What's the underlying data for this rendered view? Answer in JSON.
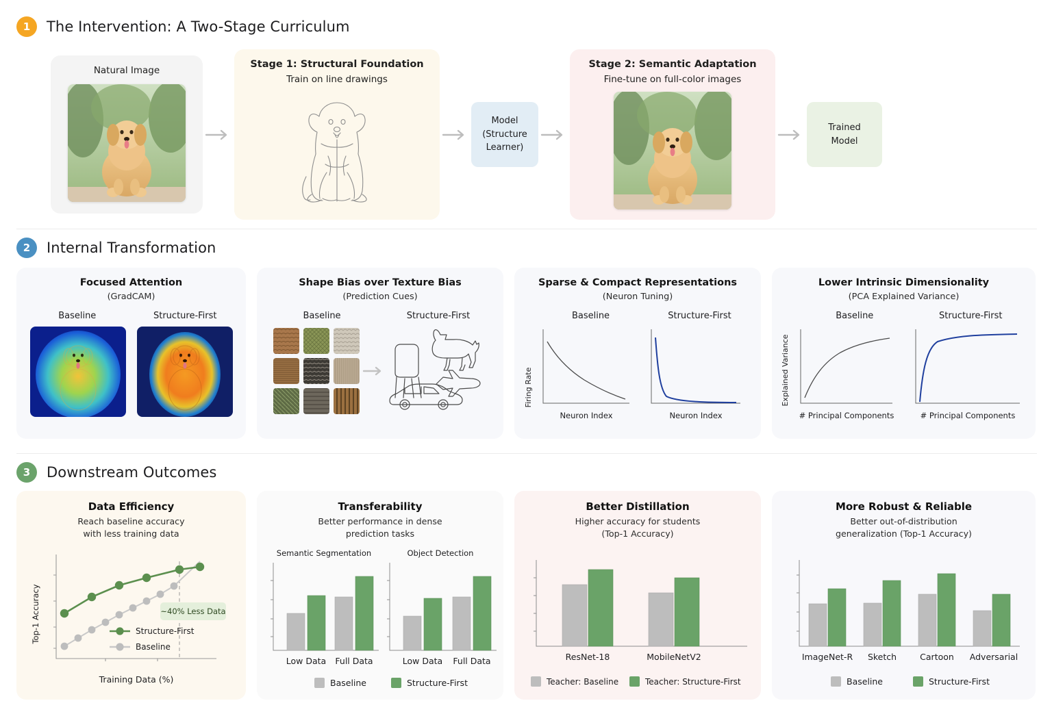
{
  "colors": {
    "badge1": "#f5a623",
    "badge2": "#4a90c2",
    "badge3": "#6ba36b",
    "green": "#6aa368",
    "green_dark": "#4e8a3c",
    "grey": "#b8b8b8",
    "blue_line": "#1f3f9e",
    "grey_line": "#5a5a5a"
  },
  "sections": [
    {
      "number": "1",
      "title": "The Intervention: A Two-Stage Curriculum"
    },
    {
      "number": "2",
      "title": "Internal Transformation"
    },
    {
      "number": "3",
      "title": "Downstream Outcomes"
    }
  ],
  "pipeline": {
    "natural_image_label": "Natural Image",
    "stage1_title": "Stage 1: Structural Foundation",
    "stage1_sub": "Train on line drawings",
    "model_line1": "Model",
    "model_line2": "(Structure",
    "model_line3": "Learner)",
    "stage2_title": "Stage 2: Semantic Adaptation",
    "stage2_sub": "Fine-tune on full-color images",
    "trained_line1": "Trained",
    "trained_line2": "Model"
  },
  "internal": {
    "panels": [
      {
        "title": "Focused Attention",
        "subtitle": "(GradCAM)",
        "left_label": "Baseline",
        "right_label": "Structure-First"
      },
      {
        "title": "Shape Bias over Texture Bias",
        "subtitle": "(Prediction Cues)",
        "left_label": "Baseline",
        "right_label": "Structure-First",
        "shapes": [
          "dog",
          "chair",
          "airplane",
          "car"
        ]
      },
      {
        "title": "Sparse & Compact Representations",
        "subtitle": "(Neuron Tuning)",
        "left_label": "Baseline",
        "right_label": "Structure-First",
        "ylabel": "Firing Rate",
        "xlabel_left": "Neuron Index",
        "xlabel_right": "Neuron Index"
      },
      {
        "title": "Lower Intrinsic Dimensionality",
        "subtitle": "(PCA Explained Variance)",
        "left_label": "Baseline",
        "right_label": "Structure-First",
        "ylabel": "Explained Variance",
        "xlabel_left": "# Principal Components",
        "xlabel_right": "# Principal Components"
      }
    ]
  },
  "chart_data": [
    {
      "id": "data-efficiency",
      "type": "line",
      "title": "Data Efficiency",
      "subtitle": "Reach baseline accuracy\nwith less training data",
      "xlabel": "Training Data (%)",
      "ylabel": "Top-1 Accuracy",
      "annotation": "~40% Less Data",
      "xlim": [
        0,
        100
      ],
      "ylim": [
        0,
        100
      ],
      "grid": false,
      "legend_position": "inside-center",
      "series": [
        {
          "name": "Structure-First",
          "color": "#5b8f4e",
          "x": [
            8,
            22,
            38,
            56,
            76,
            92
          ],
          "y": [
            44,
            62,
            73,
            80,
            86,
            87
          ]
        },
        {
          "name": "Baseline",
          "color": "#bdbdbd",
          "x": [
            8,
            17,
            26,
            35,
            44,
            53,
            62,
            70,
            78,
            92
          ],
          "y": [
            17,
            25,
            33,
            41,
            49,
            56,
            63,
            70,
            79,
            87
          ]
        }
      ]
    },
    {
      "id": "transferability",
      "type": "bar",
      "title": "Transferability",
      "subtitle": "Better performance in dense\nprediction tasks",
      "subcharts": [
        {
          "label": "Semantic Segmentation",
          "categories": [
            "Low Data",
            "Full Data"
          ],
          "series": [
            {
              "name": "Baseline",
              "color": "#b8b8b8",
              "values": [
                42,
                66
              ]
            },
            {
              "name": "Structure-First",
              "color": "#6aa368",
              "values": [
                68,
                88
              ]
            }
          ]
        },
        {
          "label": "Object Detection",
          "categories": [
            "Low Data",
            "Full Data"
          ],
          "series": [
            {
              "name": "Baseline",
              "color": "#b8b8b8",
              "values": [
                38,
                64
              ]
            },
            {
              "name": "Structure-First",
              "color": "#6aa368",
              "values": [
                64,
                88
              ]
            }
          ]
        }
      ],
      "legend": [
        "Baseline",
        "Structure-First"
      ],
      "ylim": [
        0,
        100
      ]
    },
    {
      "id": "better-distillation",
      "type": "bar",
      "title": "Better Distillation",
      "subtitle": "Higher accuracy for students\n(Top-1 Accuracy)",
      "categories": [
        "ResNet-18",
        "MobileNetV2"
      ],
      "series": [
        {
          "name": "Teacher: Baseline",
          "color": "#b8b8b8",
          "values": [
            73,
            64
          ]
        },
        {
          "name": "Teacher: Structure-First",
          "color": "#6aa368",
          "values": [
            89,
            79
          ]
        }
      ],
      "legend": [
        "Teacher: Baseline",
        "Teacher: Structure-First"
      ],
      "ylim": [
        0,
        100
      ]
    },
    {
      "id": "more-robust",
      "type": "bar",
      "title": "More Robust & Reliable",
      "subtitle": "Better out-of-distribution\ngeneralization (Top-1 Accuracy)",
      "categories": [
        "ImageNet-R",
        "Sketch",
        "Cartoon",
        "Adversarial"
      ],
      "series": [
        {
          "name": "Baseline",
          "color": "#b8b8b8",
          "values": [
            48,
            49,
            59,
            37
          ]
        },
        {
          "name": "Structure-First",
          "color": "#6aa368",
          "values": [
            68,
            77,
            85,
            59
          ]
        }
      ],
      "legend": [
        "Baseline",
        "Structure-First"
      ],
      "ylim": [
        0,
        100
      ]
    }
  ]
}
